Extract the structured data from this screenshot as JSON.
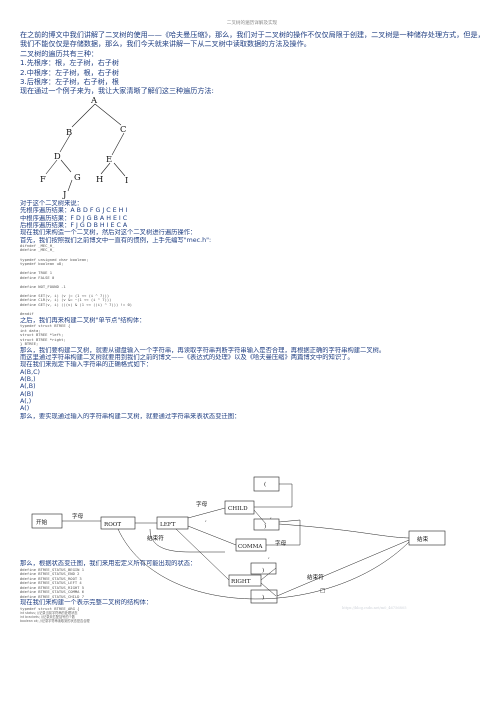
{
  "header": "二叉树的遍历详解及实现",
  "intro": "在之前的博文中我们讲解了二叉树的使用——《哈夫曼压缩》，那么，我们对于二叉树的操作不仅仅局限于创建，二叉树是一种储存处理方式，但是，我们不能仅仅是存储数据，那么，我们今天就来讲解一下从二叉树中读取数据的方法及操作。",
  "traversal_title": "二叉树的遍历共有三种：",
  "traversal_items": [
    "1.先根序：根，左子树，右子树",
    "2.中根序：左子树，根，右子树",
    "3.后根序：左子树，右子树，根"
  ],
  "example_intro": "现在通过一个例子来为，我让大家清晰了解们这三种遍历方法:",
  "tree": {
    "nodes": [
      "A",
      "B",
      "C",
      "D",
      "E",
      "F",
      "G",
      "H",
      "I",
      "J"
    ]
  },
  "results_title": "对于这个二叉树来说：",
  "results": [
    "先根序遍历结果：A B D F G J C E H I",
    "中根序遍历结果：F D J G B A H E I C",
    "后根序遍历结果：F J G D B H I E C A"
  ],
  "impl_intro": "现在我们来构造一个二叉树，然后对这个二叉树进行遍历操作：",
  "impl_intro2": "首先，我们按照我们之前博文中一直有的惯例，上手先编写\"mec.h\":",
  "code1": [
    "#ifndef _MEC_H_",
    "#define _MEC_H_",
    "",
    "typedef unsigned char boolean;",
    "typedef boolean u8;",
    "",
    "#define TRUE 1",
    "#define FALSE 0",
    "",
    "#define NOT_FOUND -1",
    "",
    "#define SET(v, i) (v |= (1 << (i ^ 7)))",
    "#define CLR(v, i) (v &= ~(1 << (i ^ 7)))",
    "#define GET(v, i) (((v) & (1 << ((i) ^ 7))) != 0)",
    "",
    "#endif"
  ],
  "struct_intro": "之后，我们再来构建二叉树\"单节点\"结构体：",
  "code2": [
    "typedef struct BTREE {",
    "  int data;",
    "  struct BTREE *left;",
    "  struct BTREE *right;",
    "} BTREE;"
  ],
  "para2a": "那么，我们要构建二叉树，就要从键盘输入一个字符串，再读取字符串判断字符串输入是否合理，再根据正确的字符串构建二叉树。",
  "para2b": "而这里通过字符串构建二叉树就要用到我们之前的博文——《表达式的处理》以及《哈夫曼压缩》两篇博文中的知识了。",
  "format_title": "现在我们来规定下输入字符串的正确格式如下：",
  "format_items": [
    "A(B,C)",
    "A(B,)",
    "A(,B)",
    "A(B)",
    "A(,)",
    "A()"
  ],
  "fsm_intro": "那么，要实现通过输入的字符串构建二叉树，就要通过字符串来表状态变迁图：",
  "fsm": {
    "start": "开始",
    "root": "ROOT",
    "left": "LEFT",
    "child": "CHILD",
    "comma": "COMMA",
    "right": "RIGHT",
    "end": "结束",
    "letter": "字母",
    "endchar": "结束符",
    "lparen": "(",
    "rparen": ")",
    "comma_sym": ",",
    "box_sym": "□",
    "watermark": "https://blog.csdn.net/m0_46756805"
  },
  "states_intro": "那么，根据状态变迁图，我们来用宏定义所有可能出现的状态：",
  "code3": [
    "#define BTREE_STATUS_BEGIN 1",
    "#define BTREE_STATUS_END 2",
    "#define BTREE_STATUS_ROOT 3",
    "#define BTREE_STATUS_LEFT 4",
    "#define BTREE_STATUS_RIGHT 5",
    "#define BTREE_STATUS_COMMA 6",
    "#define BTREE_STATUS_CHILD 7"
  ],
  "final_intro": "现在我们来构建一个表示完整二叉树的结构体：",
  "code4": [
    "typedef struct BTREE_ARG {"
  ],
  "code4_notes": [
    "  int status;        //记录当前字符串的处理状态",
    "  int brackets;      //记录未匹配括号的个数",
    "  boolean ok;        //记录字符串读取到的状态是否合理"
  ]
}
